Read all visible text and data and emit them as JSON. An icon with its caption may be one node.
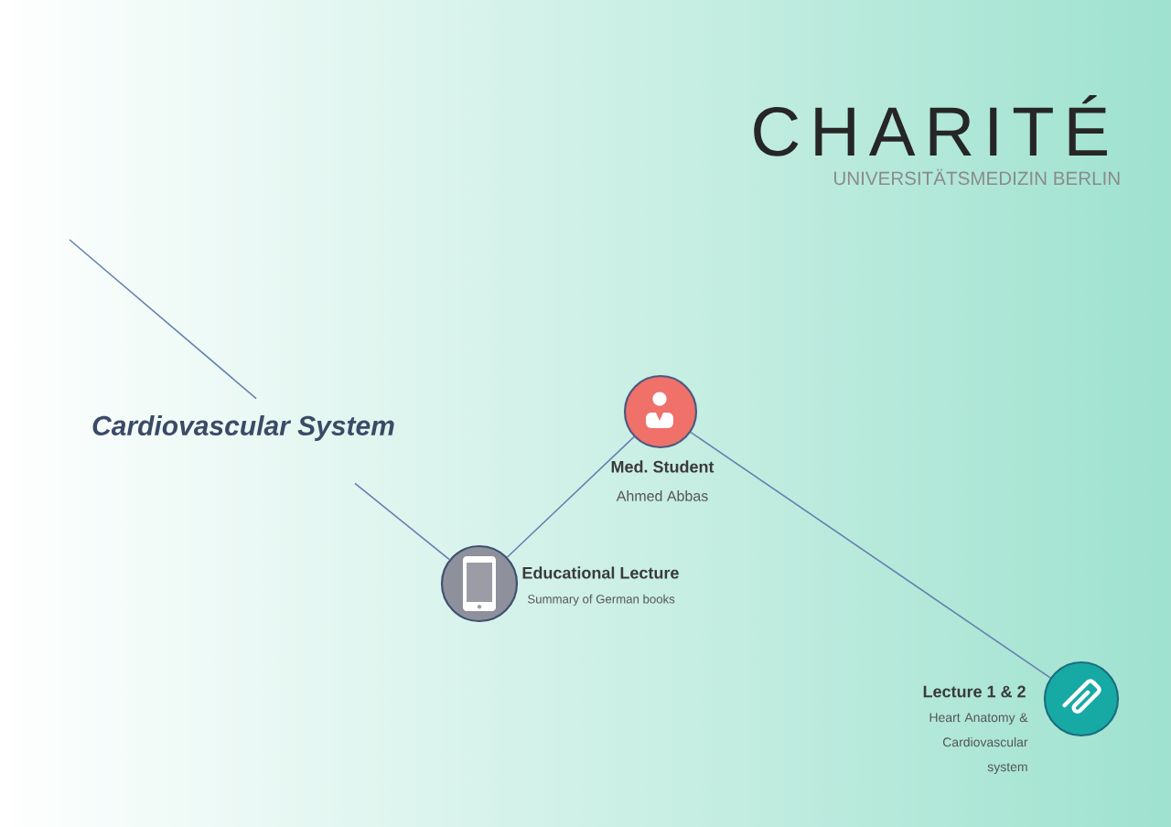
{
  "diagram": {
    "nodes": [
      {
        "text": [
          "Cardiovascular System"
        ]
      },
      {
        "text": [
          "Med. Student",
          "Ahmed Abbas"
        ]
      },
      {
        "text": [
          "Educational Lecture",
          "Summary of German books"
        ]
      },
      {
        "text": [
          "Lecture 1 & 2",
          "Heart Anatomy & Cardiovascular system"
        ]
      }
    ],
    "edges": [
      {
        "from": null,
        "to": 0,
        "arrow": "none"
      },
      {
        "from": 0,
        "to": 2,
        "arrow": "none"
      },
      {
        "from": 2,
        "to": 1,
        "arrow": "none"
      },
      {
        "from": 1,
        "to": 3,
        "arrow": "none"
      }
    ],
    "labels": [
      "CHARITÉ",
      "UNIVERSITÄTSMEDIZIN BERLIN"
    ]
  }
}
